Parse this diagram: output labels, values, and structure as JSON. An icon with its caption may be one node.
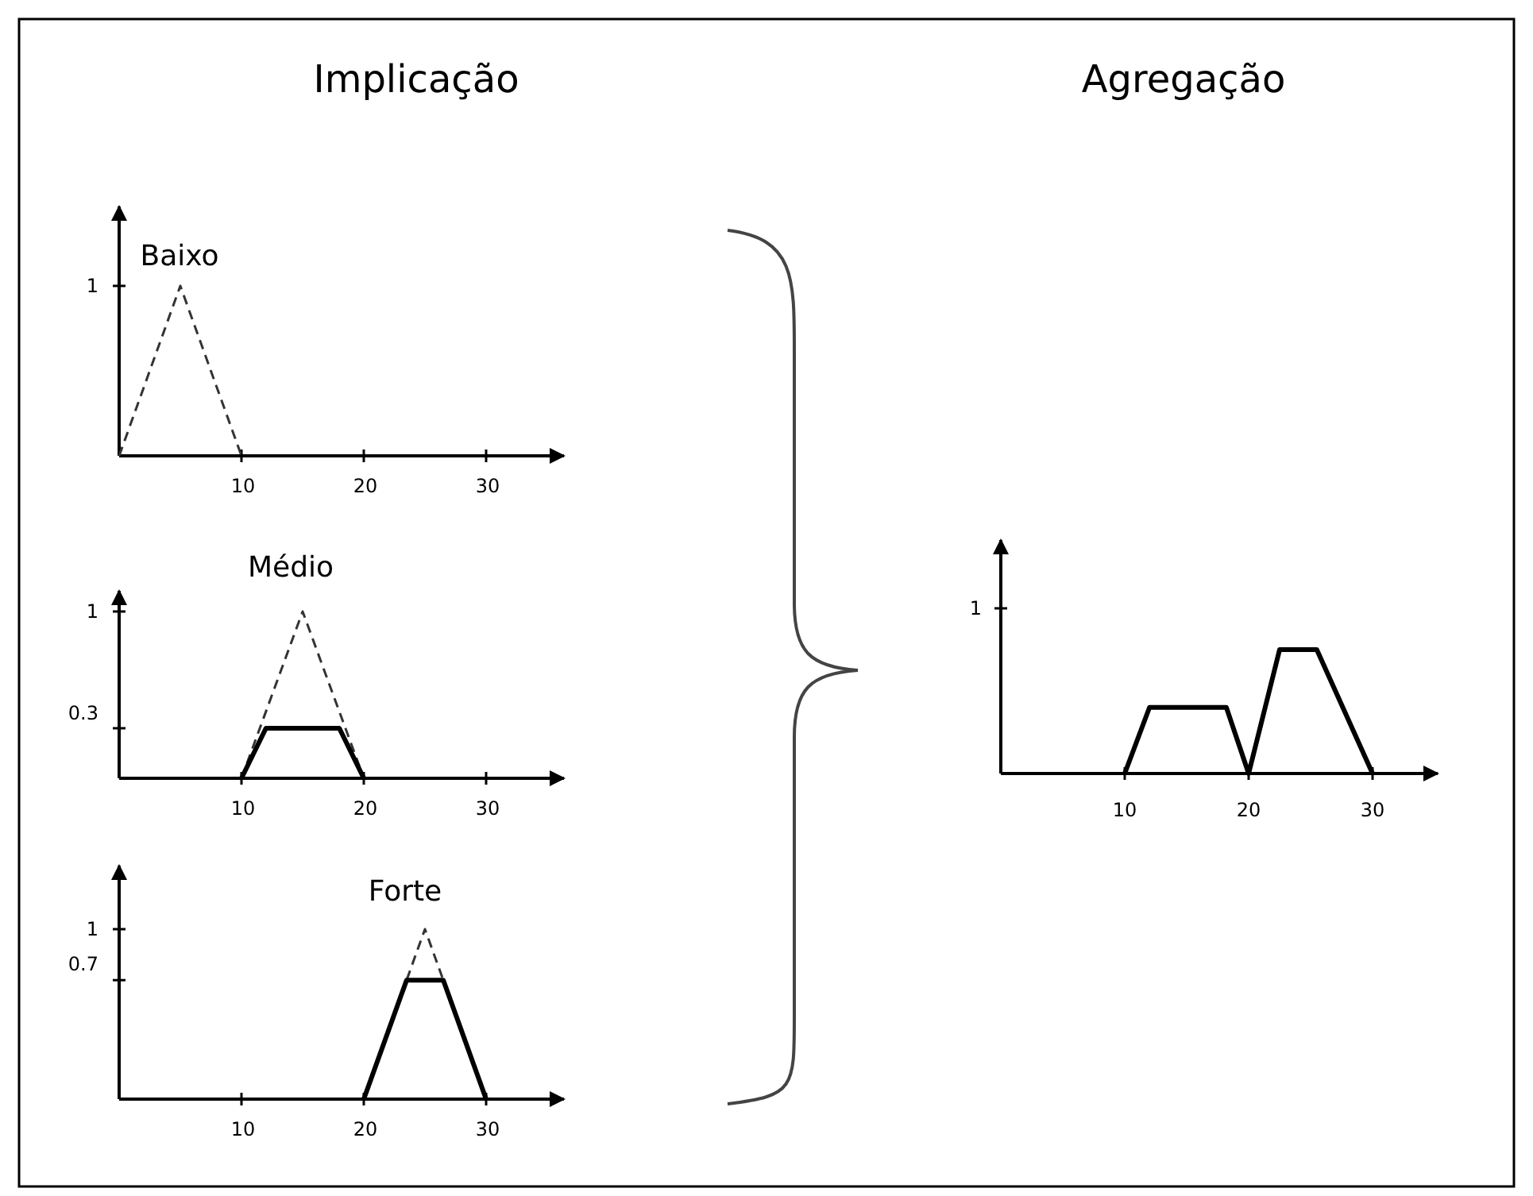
{
  "diagram": {
    "labels": [
      "Implicação",
      "Agregação",
      "Baixo",
      "1",
      "10",
      "20",
      "30",
      "Médio",
      "1",
      "0.3",
      "10",
      "20",
      "30",
      "1",
      "10",
      "20",
      "30",
      "Forte",
      "1",
      "0.7",
      "10",
      "20",
      "30"
    ]
  }
}
